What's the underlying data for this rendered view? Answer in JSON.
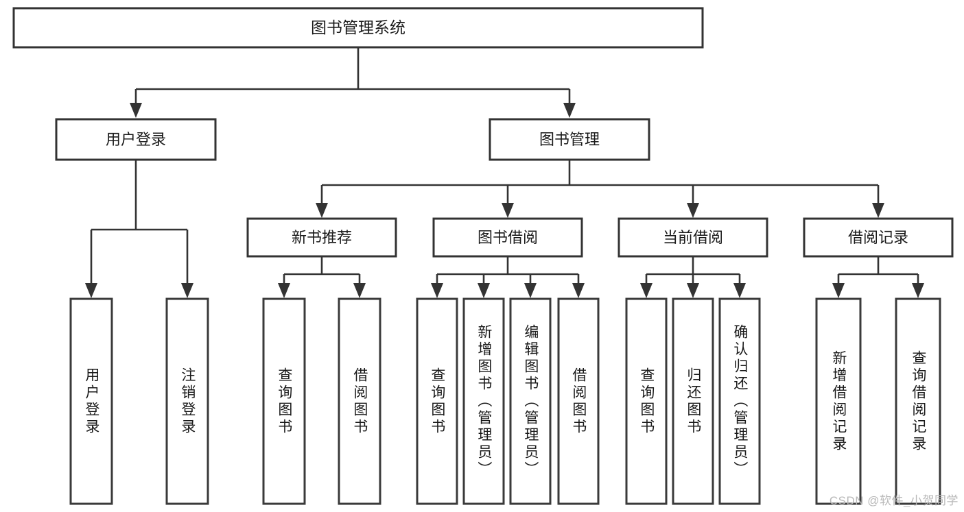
{
  "diagram": {
    "type": "tree-hierarchy",
    "title": "图书管理系统",
    "watermark": "CSDN @软件_小贺同学",
    "colors": {
      "background": "#ffffff",
      "box_stroke": "#333333",
      "box_fill": "#ffffff",
      "connector": "#333333",
      "text": "#1a1a1a",
      "watermark": "#b8b8b8"
    },
    "root": {
      "label": "图书管理系统",
      "orientation": "horizontal"
    },
    "level2": [
      {
        "label": "用户登录",
        "orientation": "horizontal"
      },
      {
        "label": "图书管理",
        "orientation": "horizontal"
      }
    ],
    "level3": [
      {
        "label": "新书推荐",
        "orientation": "horizontal"
      },
      {
        "label": "图书借阅",
        "orientation": "horizontal"
      },
      {
        "label": "当前借阅",
        "orientation": "horizontal"
      },
      {
        "label": "借阅记录",
        "orientation": "horizontal"
      }
    ],
    "leaves": {
      "user_login": [
        {
          "label": "用户登录",
          "orientation": "vertical"
        },
        {
          "label": "注销登录",
          "orientation": "vertical"
        }
      ],
      "new_book_recommend": [
        {
          "label": "查询图书",
          "orientation": "vertical"
        },
        {
          "label": "借阅图书",
          "orientation": "vertical"
        }
      ],
      "book_borrow": [
        {
          "label": "查询图书",
          "orientation": "vertical"
        },
        {
          "label": "新增图书（管理员）",
          "orientation": "vertical"
        },
        {
          "label": "编辑图书（管理员）",
          "orientation": "vertical"
        },
        {
          "label": "借阅图书",
          "orientation": "vertical"
        }
      ],
      "current_borrow": [
        {
          "label": "查询图书",
          "orientation": "vertical"
        },
        {
          "label": "归还图书",
          "orientation": "vertical"
        },
        {
          "label": "确认归还（管理员）",
          "orientation": "vertical"
        }
      ],
      "borrow_record": [
        {
          "label": "新增借阅记录",
          "orientation": "vertical"
        },
        {
          "label": "查询借阅记录",
          "orientation": "vertical"
        }
      ]
    }
  }
}
